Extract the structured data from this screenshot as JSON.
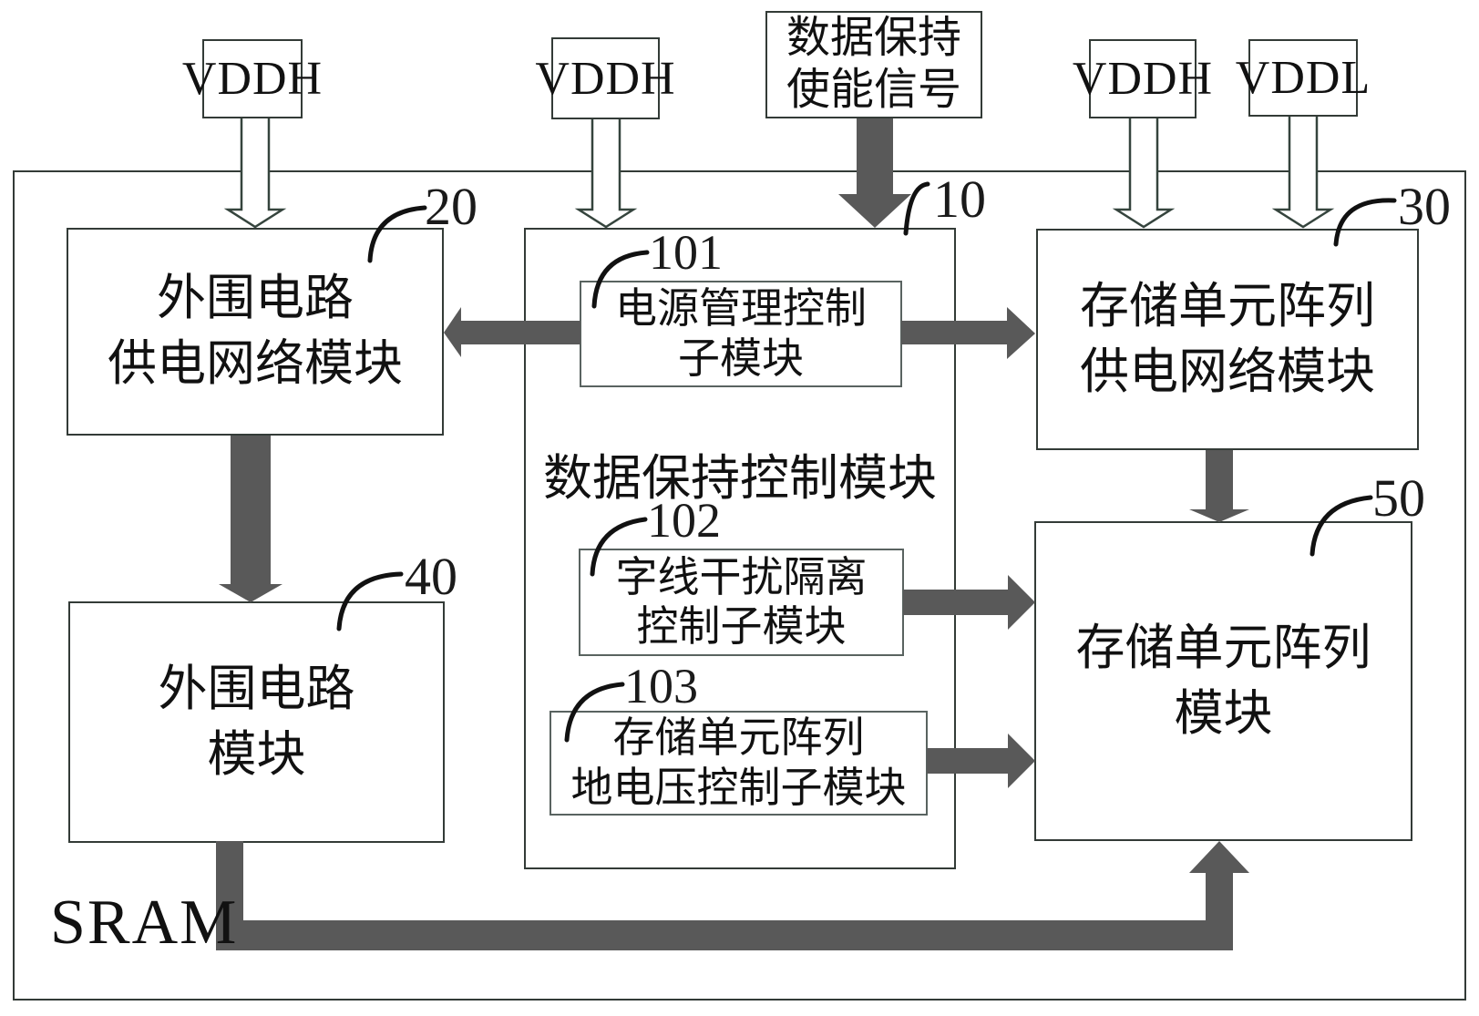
{
  "figure": {
    "system_label": "SRAM",
    "signals": {
      "vddh1": "VDDH",
      "vddh2": "VDDH",
      "enable_line1": "数据保持",
      "enable_line2": "使能信号",
      "vddh3": "VDDH",
      "vddl": "VDDL"
    },
    "modules": {
      "m20": {
        "ref": "20",
        "line1": "外围电路",
        "line2": "供电网络模块"
      },
      "m10": {
        "ref": "10",
        "title": "数据保持控制模块"
      },
      "m101": {
        "ref": "101",
        "line1": "电源管理控制",
        "line2": "子模块"
      },
      "m102": {
        "ref": "102",
        "line1": "字线干扰隔离",
        "line2": "控制子模块"
      },
      "m103": {
        "ref": "103",
        "line1": "存储单元阵列",
        "line2": "地电压控制子模块"
      },
      "m30": {
        "ref": "30",
        "line1": "存储单元阵列",
        "line2": "供电网络模块"
      },
      "m40": {
        "ref": "40",
        "line1": "外围电路",
        "line2": "模块"
      },
      "m50": {
        "ref": "50",
        "line1": "存储单元阵列",
        "line2": "模块"
      }
    },
    "colors": {
      "solid_arrow": "#595959",
      "hollow_arrow_outline": "#35443d",
      "box_border": "#333b37",
      "text": "#111111"
    }
  }
}
